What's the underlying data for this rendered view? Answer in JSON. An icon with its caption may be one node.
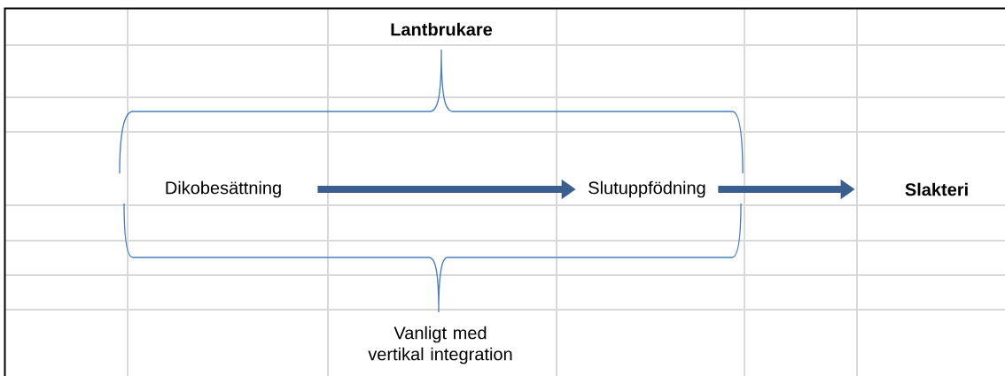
{
  "diagram": {
    "nodes": [
      {
        "text": [
          "Dikobesättning"
        ]
      },
      {
        "text": [
          "Slutuppfödning"
        ]
      },
      {
        "text": [
          "Slakteri"
        ]
      }
    ],
    "edges": [
      {
        "from": 0,
        "to": 1,
        "arrow": "to"
      },
      {
        "from": 1,
        "to": 2,
        "arrow": "to"
      }
    ],
    "labels": [
      "Lantbrukare",
      "Vanligt med vertikal integration"
    ]
  }
}
